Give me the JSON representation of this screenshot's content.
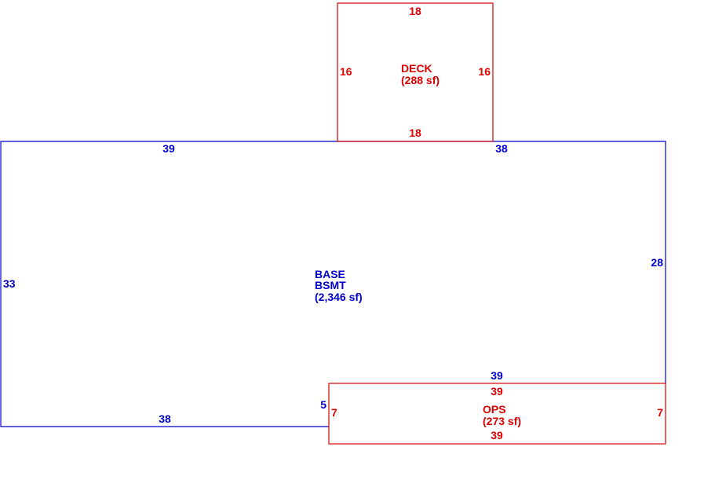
{
  "colors": {
    "base": "#0000cc",
    "deck": "#dd0000",
    "ops": "#dd0000"
  },
  "areas": {
    "deck": {
      "name": "DECK",
      "area": "(288 sf)",
      "dims": {
        "top": "18",
        "bottom": "18",
        "left": "16",
        "right": "16"
      }
    },
    "base": {
      "name": "BASE",
      "subname": "BSMT",
      "area": "(2,346 sf)",
      "dims": {
        "top_left": "39",
        "top_right": "38",
        "left": "33",
        "right": "28",
        "bottom_left": "38",
        "step": "5",
        "bottom_right": "39"
      }
    },
    "ops": {
      "name": "OPS",
      "area": "(273 sf)",
      "dims": {
        "top": "39",
        "bottom": "39",
        "left": "7",
        "right": "7"
      }
    }
  }
}
